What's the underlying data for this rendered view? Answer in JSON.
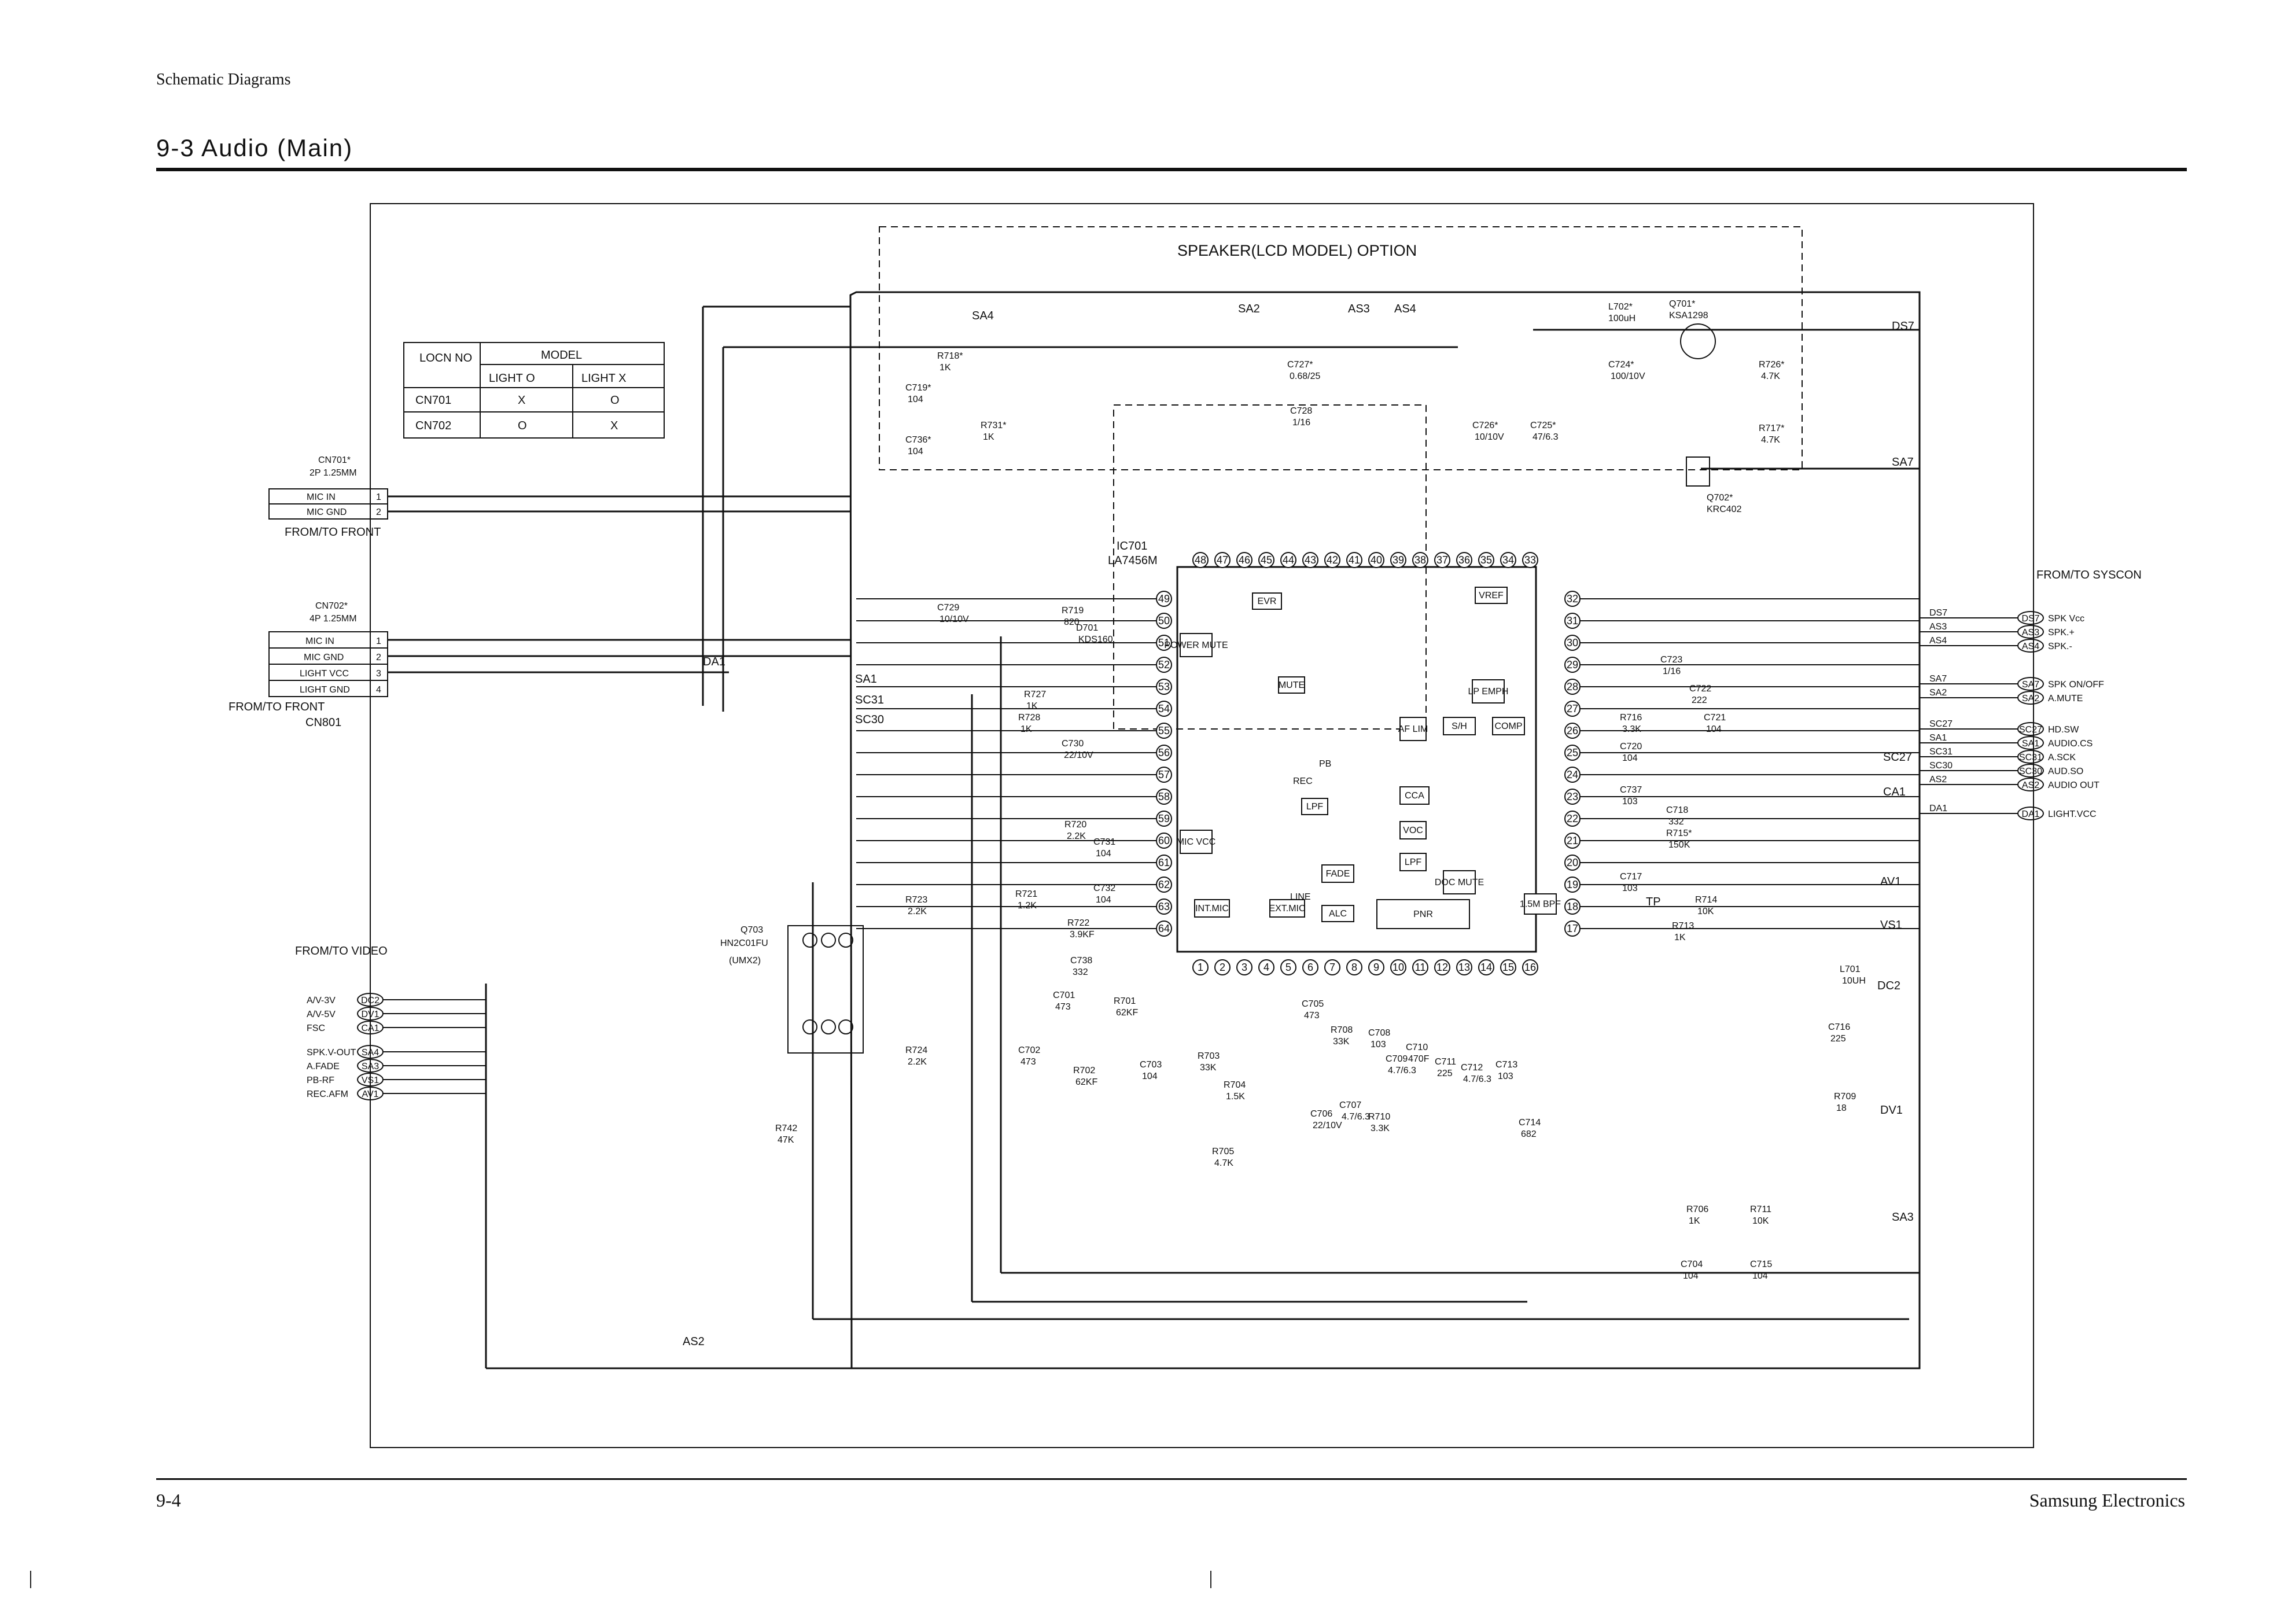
{
  "header": {
    "doc": "Schematic Diagrams",
    "section": "9-3 Audio (Main)"
  },
  "footer": {
    "page": "9-4",
    "brand": "Samsung Electronics"
  },
  "option_box": "SPEAKER(LCD MODEL) OPTION",
  "model_table": {
    "h1": "LOCN NO",
    "h2": "MODEL",
    "c1": "LIGHT O",
    "c2": "LIGHT X",
    "rows": [
      [
        "CN701",
        "X",
        "O"
      ],
      [
        "CN702",
        "O",
        "X"
      ]
    ]
  },
  "cn701": {
    "title": "CN701*",
    "sub": "2P 1.25MM",
    "pins": [
      "MIC IN",
      "MIC GND"
    ],
    "label": "FROM/TO FRONT"
  },
  "cn702": {
    "title": "CN702*",
    "sub": "4P 1.25MM",
    "pins": [
      "MIC IN",
      "MIC GND",
      "LIGHT VCC",
      "LIGHT GND"
    ],
    "label": "FROM/TO FRONT",
    "ref": "CN801"
  },
  "video": {
    "label": "FROM/TO VIDEO",
    "rows": [
      {
        "name": "A/V-3V",
        "pin": "DC2"
      },
      {
        "name": "A/V-5V",
        "pin": "DV1"
      },
      {
        "name": "FSC",
        "pin": "CA1"
      },
      {
        "name": "SPK.V-OUT",
        "pin": "SA4"
      },
      {
        "name": "A.FADE",
        "pin": "SA3"
      },
      {
        "name": "PB-RF",
        "pin": "VS1"
      },
      {
        "name": "REC.AFM",
        "pin": "AV1"
      }
    ]
  },
  "syscon": {
    "label": "FROM/TO SYSCON",
    "rows": [
      {
        "pin": "DS7",
        "name": "SPK Vcc"
      },
      {
        "pin": "AS3",
        "name": "SPK.+"
      },
      {
        "pin": "AS4",
        "name": "SPK.-"
      },
      {
        "pin": "SA7",
        "name": "SPK ON/OFF"
      },
      {
        "pin": "SA2",
        "name": "A.MUTE"
      },
      {
        "pin": "SC27",
        "name": "HD.SW"
      },
      {
        "pin": "SA1",
        "name": "AUDIO.CS"
      },
      {
        "pin": "SC31",
        "name": "A.SCK"
      },
      {
        "pin": "SC30",
        "name": "AUD.SO"
      },
      {
        "pin": "AS2",
        "name": "AUDIO OUT"
      },
      {
        "pin": "DA1",
        "name": "LIGHT.VCC"
      }
    ]
  },
  "ic": {
    "ref": "IC701",
    "part": "LA7456M"
  },
  "ic_pins_top": [
    "48",
    "47",
    "46",
    "45",
    "44",
    "43",
    "42",
    "41",
    "40",
    "39",
    "38",
    "37",
    "36",
    "35",
    "34",
    "33"
  ],
  "ic_pins_left": [
    "49",
    "50",
    "51",
    "52",
    "53",
    "54",
    "55",
    "56",
    "57",
    "58",
    "59",
    "60",
    "61",
    "62",
    "63",
    "64"
  ],
  "ic_pins_right": [
    "32",
    "31",
    "30",
    "29",
    "28",
    "27",
    "26",
    "25",
    "24",
    "23",
    "22",
    "21",
    "20",
    "19",
    "18",
    "17"
  ],
  "ic_pins_bottom": [
    "1",
    "2",
    "3",
    "4",
    "5",
    "6",
    "7",
    "8",
    "9",
    "10",
    "11",
    "12",
    "13",
    "14",
    "15",
    "16"
  ],
  "ic_blocks": [
    "EVR",
    "VREF",
    "ALC",
    "LPF",
    "MUTE",
    "LP EMPH",
    "S/H",
    "COMP",
    "AF LIM",
    "CCA",
    "VOC",
    "LPF",
    "DOC MUTE",
    "FADE",
    "PNR",
    "INT.MIC",
    "EXT.MIC",
    "POWER MUTE",
    "MIC VCC",
    "1.5M BPF"
  ],
  "q703": {
    "ref": "Q703",
    "part": "HN2C01FU",
    "alt": "(UMX2)"
  },
  "power": {
    "l702": "L702*",
    "l702v": "100uH",
    "q701": "Q701*",
    "q701p": "KSA1298",
    "q702": "Q702*",
    "q702p": "KRC402"
  },
  "top_labels": [
    "SA4",
    "SA2",
    "AS3",
    "AS4",
    "DS7",
    "SA7",
    "SA1",
    "SC31",
    "SC30",
    "SC27",
    "CA1",
    "AV1",
    "VS1",
    "DC2",
    "DV1",
    "SA3",
    "AS2",
    "DA1"
  ],
  "components": [
    {
      "ref": "R718*",
      "val": "1K"
    },
    {
      "ref": "C719*",
      "val": "104"
    },
    {
      "ref": "R731*",
      "val": "1K"
    },
    {
      "ref": "C736*",
      "val": "104"
    },
    {
      "ref": "C727*",
      "val": "0.68/25"
    },
    {
      "ref": "C728",
      "val": "1/16"
    },
    {
      "ref": "C724*",
      "val": "100/10V"
    },
    {
      "ref": "C726*",
      "val": "10/10V"
    },
    {
      "ref": "C725*",
      "val": "47/6.3"
    },
    {
      "ref": "R726*",
      "val": "4.7K"
    },
    {
      "ref": "R717*",
      "val": "4.7K"
    },
    {
      "ref": "C729",
      "val": "10/10V"
    },
    {
      "ref": "R719",
      "val": "820"
    },
    {
      "ref": "D701",
      "val": "KDS160"
    },
    {
      "ref": "R727",
      "val": "1K"
    },
    {
      "ref": "R728",
      "val": "1K"
    },
    {
      "ref": "C730",
      "val": "22/10V"
    },
    {
      "ref": "R720",
      "val": "2.2K"
    },
    {
      "ref": "C731",
      "val": "104"
    },
    {
      "ref": "C732",
      "val": "104"
    },
    {
      "ref": "R721",
      "val": "1.2K"
    },
    {
      "ref": "R722",
      "val": "3.9KF"
    },
    {
      "ref": "C738",
      "val": "332"
    },
    {
      "ref": "R723",
      "val": "2.2K"
    },
    {
      "ref": "R724",
      "val": "2.2K"
    },
    {
      "ref": "R742",
      "val": "47K"
    },
    {
      "ref": "C701",
      "val": "473"
    },
    {
      "ref": "R701",
      "val": "62KF"
    },
    {
      "ref": "C702",
      "val": "473"
    },
    {
      "ref": "R702",
      "val": "62KF"
    },
    {
      "ref": "C703",
      "val": "104"
    },
    {
      "ref": "R703",
      "val": "33K"
    },
    {
      "ref": "R704",
      "val": "1.5K"
    },
    {
      "ref": "R705",
      "val": "4.7K"
    },
    {
      "ref": "C705",
      "val": "473"
    },
    {
      "ref": "R708",
      "val": "33K"
    },
    {
      "ref": "C706",
      "val": "22/10V"
    },
    {
      "ref": "C707",
      "val": "4.7/6.3"
    },
    {
      "ref": "R710",
      "val": "3.3K"
    },
    {
      "ref": "C708",
      "val": "103"
    },
    {
      "ref": "C709",
      "val": "4.7/6.3"
    },
    {
      "ref": "C710",
      "val": "470F"
    },
    {
      "ref": "C711",
      "val": "225"
    },
    {
      "ref": "C712",
      "val": "4.7/6.3"
    },
    {
      "ref": "C713",
      "val": "103"
    },
    {
      "ref": "C714",
      "val": "682"
    },
    {
      "ref": "C723",
      "val": "1/16"
    },
    {
      "ref": "C722",
      "val": "222"
    },
    {
      "ref": "R716",
      "val": "3.3K"
    },
    {
      "ref": "C721",
      "val": "104"
    },
    {
      "ref": "C720",
      "val": "104"
    },
    {
      "ref": "C737",
      "val": "103"
    },
    {
      "ref": "C718",
      "val": "332"
    },
    {
      "ref": "R715*",
      "val": "150K"
    },
    {
      "ref": "C717",
      "val": "103"
    },
    {
      "ref": "R714",
      "val": "10K"
    },
    {
      "ref": "R713",
      "val": "1K"
    },
    {
      "ref": "L701",
      "val": "10UH"
    },
    {
      "ref": "C716",
      "val": "225"
    },
    {
      "ref": "R709",
      "val": "18"
    },
    {
      "ref": "R706",
      "val": "1K"
    },
    {
      "ref": "R711",
      "val": "10K"
    },
    {
      "ref": "C704",
      "val": "104"
    },
    {
      "ref": "C715",
      "val": "104"
    }
  ],
  "misc": {
    "tp": "TP",
    "line": "LINE",
    "rec": "REC",
    "pb": "PB"
  }
}
